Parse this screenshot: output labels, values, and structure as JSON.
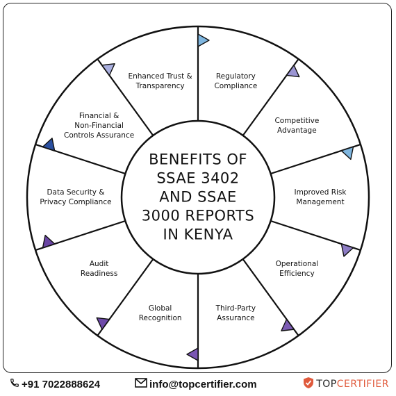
{
  "center_title": "BENEFITS OF\nSSAE 3402\nAND SSAE\n3000 REPORTS\nIN KENYA",
  "segments": [
    {
      "label": "Regulatory\nCompliance",
      "color": "#7fb6df"
    },
    {
      "label": "Competitive\nAdvantage",
      "color": "#9b95d3"
    },
    {
      "label": "Improved Risk\nManagement",
      "color": "#7fb6df"
    },
    {
      "label": "Operational\nEfficiency",
      "color": "#8d7cc4"
    },
    {
      "label": "Third-Party\nAssurance",
      "color": "#7d5cb5"
    },
    {
      "label": "Global\nRecognition",
      "color": "#7a56b3"
    },
    {
      "label": "Audit\nReadiness",
      "color": "#6e4aa9"
    },
    {
      "label": "Data Security &\nPrivacy Compliance",
      "color": "#6a45a4"
    },
    {
      "label": "Financial &\nNon-Financial\nControls Assurance",
      "color": "#2a4fa0"
    },
    {
      "label": "Enhanced Trust &\nTransparency",
      "color": "#aab0e0"
    }
  ],
  "footer": {
    "phone": "+91 7022888624",
    "email": "info@topcertifier.com",
    "brand_top": "TOP",
    "brand_cert": "CERTIFIER"
  },
  "icons": {
    "phone": "phone-icon",
    "email": "envelope-icon",
    "brand": "shield-check-icon"
  }
}
